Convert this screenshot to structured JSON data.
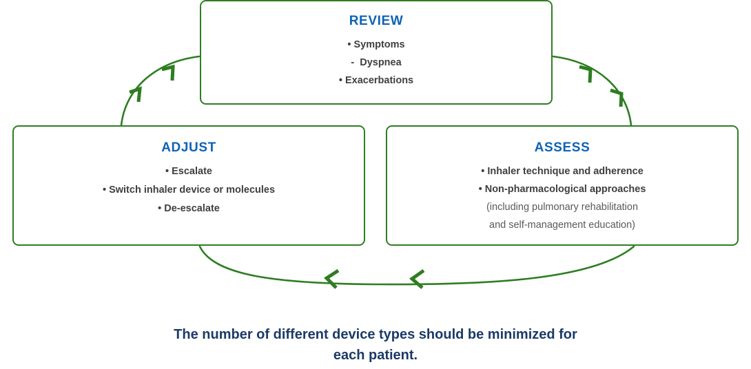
{
  "diagram": {
    "type": "cycle-flow",
    "colors": {
      "box_border": "#2f7d22",
      "arrow": "#2f7d22",
      "title": "#0f62b4",
      "body_text": "#3f3f3f",
      "sub_text": "#595959",
      "caption": "#1b3a66",
      "background": "#ffffff"
    },
    "nodes": [
      {
        "id": "review",
        "title": "REVIEW",
        "lines": [
          {
            "marker": "•",
            "text": "Symptoms",
            "level": 1
          },
          {
            "marker": "-",
            "text": "Dyspnea",
            "level": 2
          },
          {
            "marker": "•",
            "text": "Exacerbations",
            "level": 1
          }
        ]
      },
      {
        "id": "adjust",
        "title": "ADJUST",
        "lines": [
          {
            "marker": "•",
            "text": "Escalate",
            "level": 1
          },
          {
            "marker": "•",
            "text": "Switch inhaler device or molecules",
            "level": 1
          },
          {
            "marker": "•",
            "text": "De-escalate",
            "level": 1
          }
        ]
      },
      {
        "id": "assess",
        "title": "ASSESS",
        "lines": [
          {
            "marker": "•",
            "text": "Inhaler technique and adherence",
            "level": 1
          },
          {
            "marker": "•",
            "text": "Non-pharmacological approaches",
            "level": 1
          },
          {
            "marker": "",
            "text": "(including pulmonary rehabilitation",
            "level": 2
          },
          {
            "marker": "",
            "text": "and self-management education)",
            "level": 2
          }
        ]
      }
    ],
    "arrows": [
      {
        "id": "adjust-to-review",
        "from": "adjust",
        "to": "review",
        "direction": "up-right",
        "chevrons": 2
      },
      {
        "id": "review-to-assess",
        "from": "review",
        "to": "assess",
        "direction": "down-right",
        "chevrons": 2
      },
      {
        "id": "assess-to-adjust",
        "from": "assess",
        "to": "adjust",
        "direction": "left",
        "chevrons": 2
      }
    ]
  },
  "caption": {
    "line1": "The number of different device types should be minimized for",
    "line2": "each patient."
  }
}
